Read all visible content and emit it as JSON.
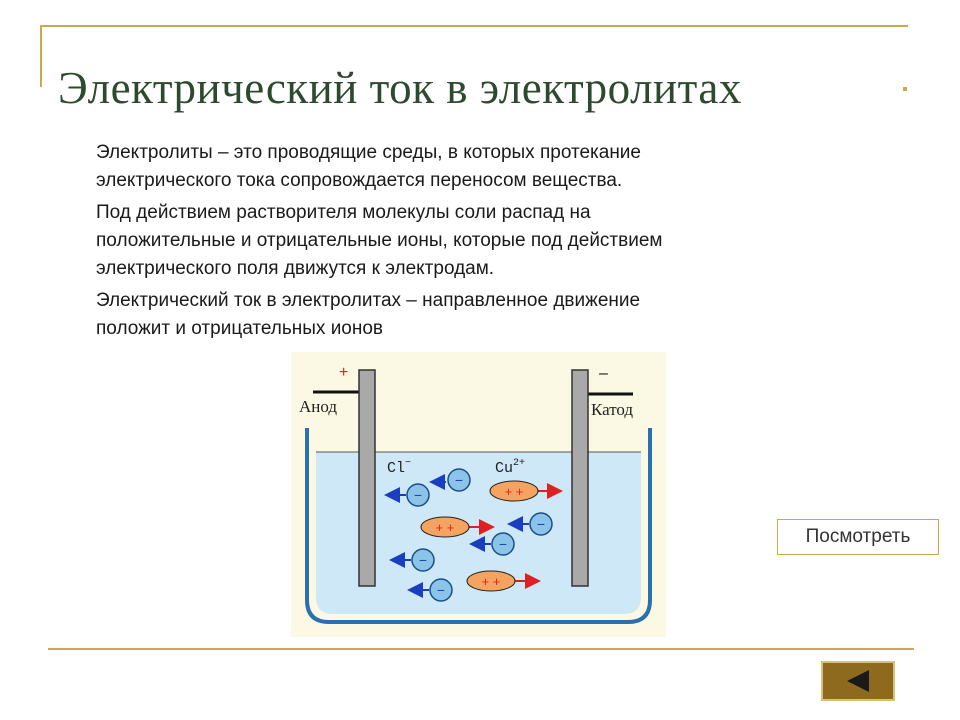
{
  "slide": {
    "title": "Электрический ток в электролитах",
    "paragraphs": [
      "Электролиты – это проводящие среды, в которых протекание",
      "электрического тока сопровождается переносом вещества.",
      "Под действием растворителя молекулы соли распад на",
      "положительные и отрицательные ионы, которые под действием",
      "электрического поля движутся к электродам.",
      "Электрический ток в электролитах – направленное движение",
      "положит и отрицательных ионов"
    ]
  },
  "diagram": {
    "anode_sign": "+",
    "anode_label": "Анод",
    "cathode_sign": "–",
    "cathode_label": "Катод",
    "anion_label": "Cl",
    "anion_charge": "−",
    "cation_label": "Cu",
    "cation_charge": "2+",
    "anion_symbol": "−",
    "cation_symbol": "+ +"
  },
  "controls": {
    "view_button_label": "Посмотреть",
    "back_button_icon": "triangle-left-icon"
  },
  "colors": {
    "accent_gold": "#c8a94c",
    "title_green": "#2e4a2e",
    "electrolyte_blue": "#cfe8f7",
    "anion_blue": "#8cc3e8",
    "cation_orange": "#f4a460",
    "arrow_red": "#e02020",
    "arrow_blue": "#1a3ec0",
    "back_button_brown": "#8e6a1e"
  }
}
